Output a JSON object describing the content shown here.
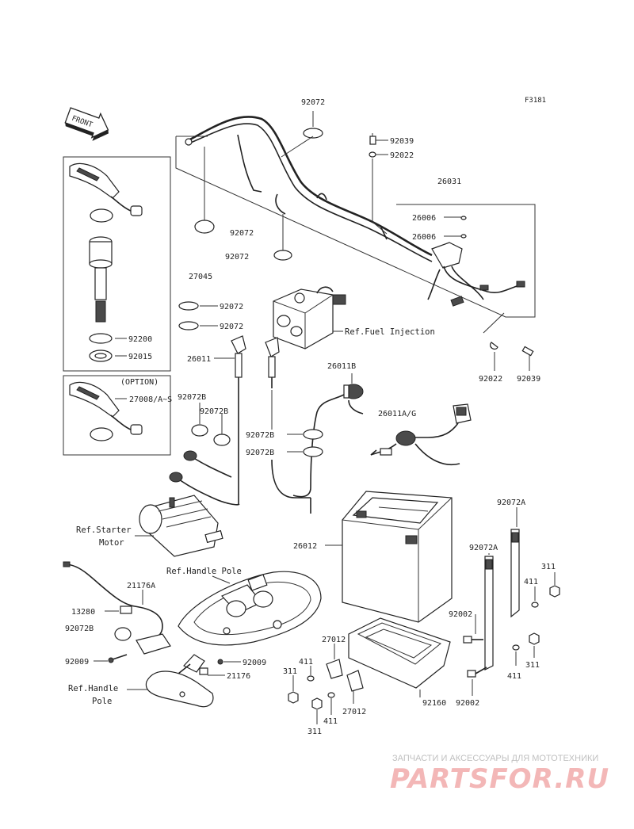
{
  "diagram_code": "F3181",
  "front_label": "FRONT",
  "parts": {
    "p92072_top": "92072",
    "p92039_top": "92039",
    "p92022_top": "92022",
    "p26031": "26031",
    "p26006_a": "26006",
    "p26006_b": "26006",
    "p92072_left": "92072",
    "p92072_mid": "92072",
    "p27045": "27045",
    "p92072_c1": "92072",
    "p92072_c2": "92072",
    "p26011": "26011",
    "p92022_right": "92022",
    "p92039_right": "92039",
    "p26011b": "26011B",
    "p26011ag": "26011A/G",
    "p92200": "92200",
    "p92015": "92015",
    "option": "(OPTION)",
    "p27008": "27008/A~S",
    "p92072b_a": "92072B",
    "p92072b_b": "92072B",
    "p92072b_c": "92072B",
    "p92072b_d": "92072B",
    "p26012": "26012",
    "p92072a_a": "92072A",
    "p92072a_b": "92072A",
    "p311_a": "311",
    "p411_a": "411",
    "p92002_a": "92002",
    "p311_b": "311",
    "p411_b": "411",
    "p92002_b": "92002",
    "p21176a": "21176A",
    "p13280": "13280",
    "p92072b_e": "92072B",
    "p92009_a": "92009",
    "p92009_b": "92009",
    "p21176": "21176",
    "p27012_a": "27012",
    "p411_c": "411",
    "p311_c": "311",
    "p27012_b": "27012",
    "p411_d": "411",
    "p311_d": "311",
    "p92160": "92160"
  },
  "refs": {
    "fuel_injection": "Ref.Fuel Injection",
    "starter_motor_1": "Ref.Starter",
    "starter_motor_2": "Motor",
    "handle_pole_top": "Ref.Handle Pole",
    "handle_pole_bottom_1": "Ref.Handle",
    "handle_pole_bottom_2": "Pole"
  },
  "watermark": {
    "tagline": "ЗАПЧАСТИ И АКСЕССУАРЫ ДЛЯ МОТОТЕХНИКИ",
    "brand": "PARTSFOR.RU"
  }
}
